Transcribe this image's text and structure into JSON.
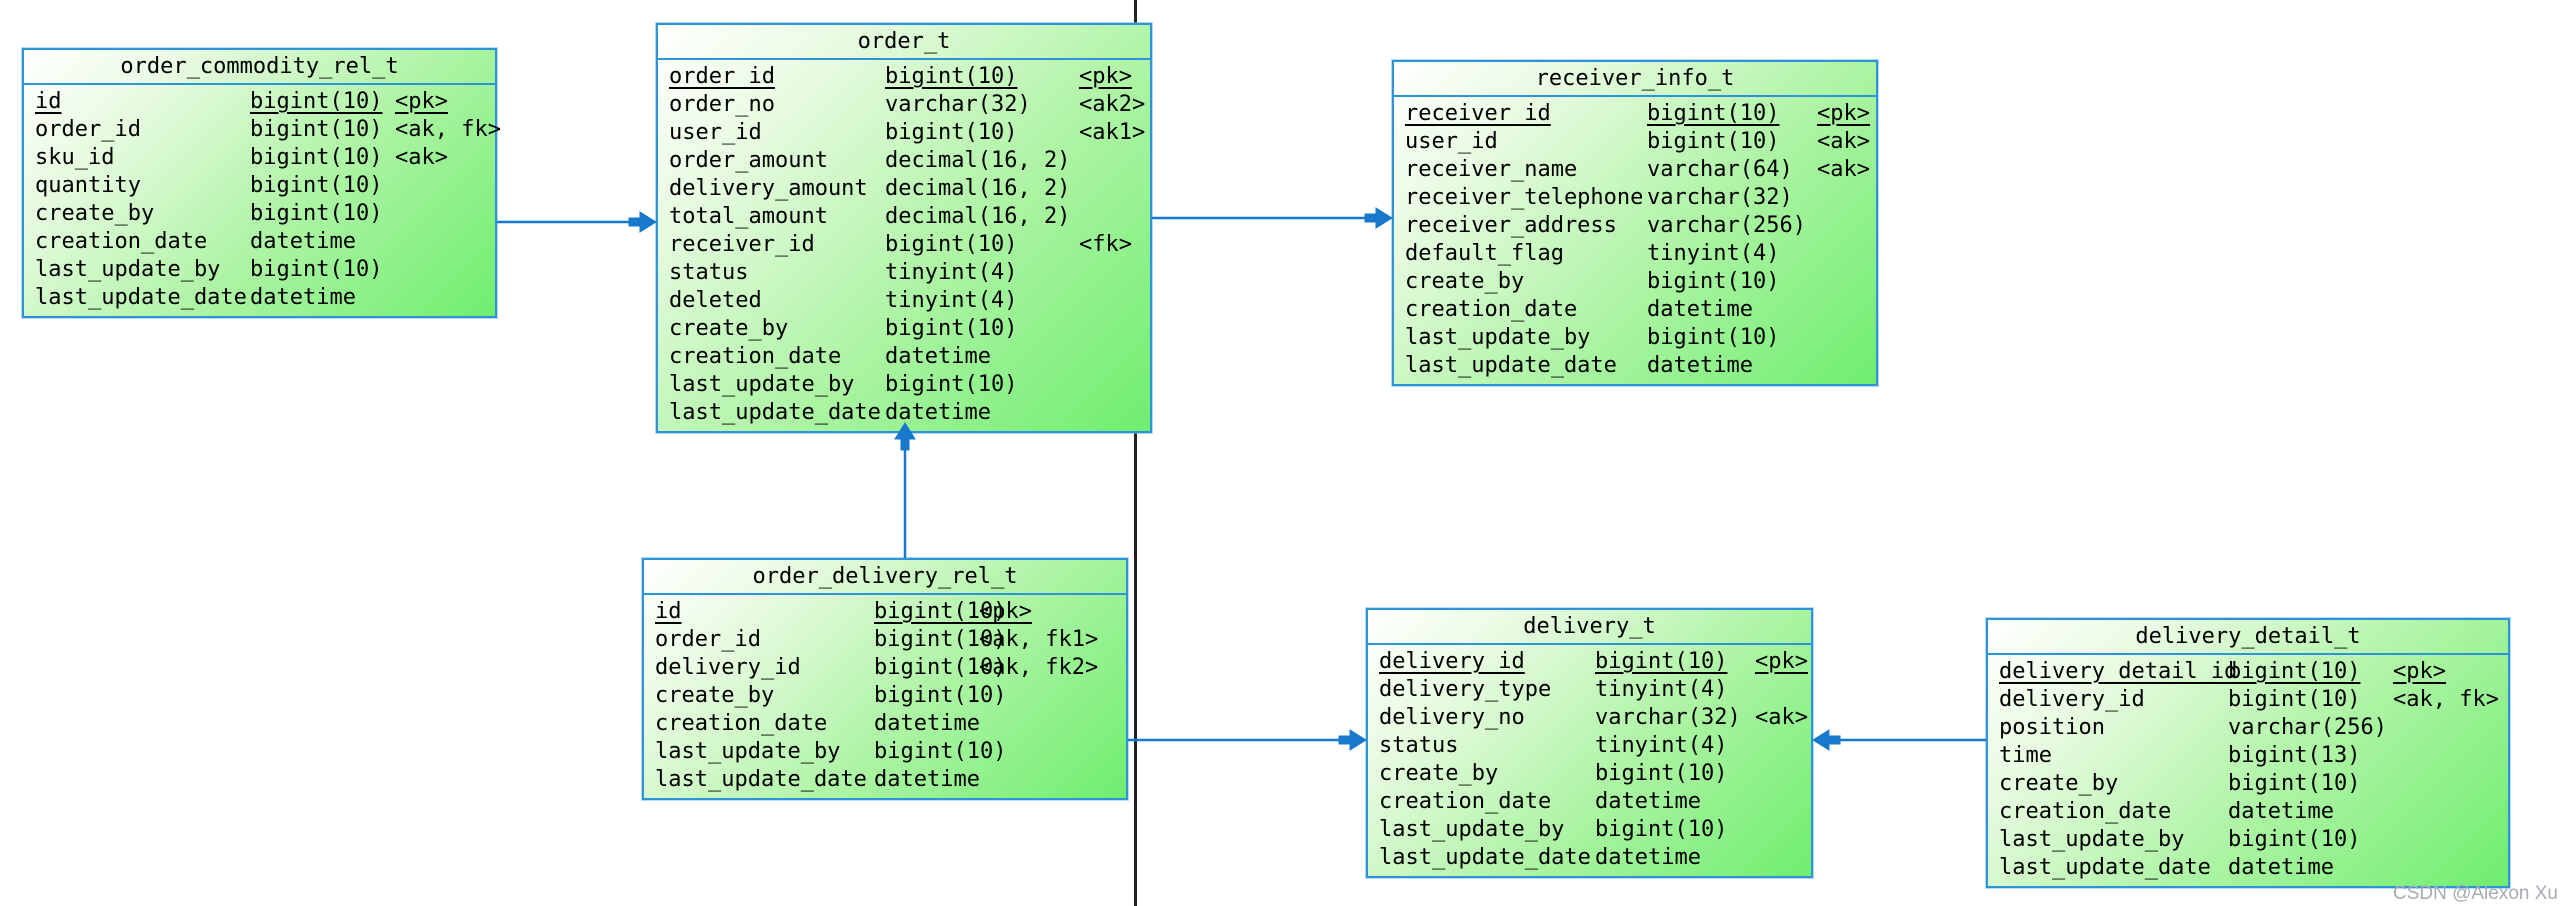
{
  "diagram": {
    "watermark": "CSDN @Alexon Xu",
    "colors": {
      "table_border": "#2e93d8",
      "table_gradient_start": "#ffffff",
      "table_gradient_end": "#6fee6f",
      "relation_line": "#1879cc",
      "page_boundary_line": "#222222",
      "text": "#000000",
      "watermark": "#a8abb0"
    },
    "relations": [
      {
        "from": "order_commodity_rel_t",
        "to": "order_t"
      },
      {
        "from": "order_t",
        "to": "receiver_info_t"
      },
      {
        "from": "order_delivery_rel_t",
        "to": "order_t"
      },
      {
        "from": "order_delivery_rel_t",
        "to": "delivery_t"
      },
      {
        "from": "delivery_detail_t",
        "to": "delivery_t"
      }
    ],
    "tables": [
      {
        "title": "order_commodity_rel_t",
        "columns": [
          {
            "name": "id",
            "type": "bigint(10)",
            "keys": "<pk>",
            "pk": true
          },
          {
            "name": "order_id",
            "type": "bigint(10)",
            "keys": "<ak, fk>"
          },
          {
            "name": "sku_id",
            "type": "bigint(10)",
            "keys": "<ak>"
          },
          {
            "name": "quantity",
            "type": "bigint(10)",
            "keys": ""
          },
          {
            "name": "create_by",
            "type": "bigint(10)",
            "keys": ""
          },
          {
            "name": "creation_date",
            "type": "datetime",
            "keys": ""
          },
          {
            "name": "last_update_by",
            "type": "bigint(10)",
            "keys": ""
          },
          {
            "name": "last_update_date",
            "type": "datetime",
            "keys": ""
          }
        ]
      },
      {
        "title": "order_t",
        "columns": [
          {
            "name": "order_id",
            "type": "bigint(10)",
            "keys": "<pk>",
            "pk": true
          },
          {
            "name": "order_no",
            "type": "varchar(32)",
            "keys": "<ak2>"
          },
          {
            "name": "user_id",
            "type": "bigint(10)",
            "keys": "<ak1>"
          },
          {
            "name": "order_amount",
            "type": "decimal(16, 2)",
            "keys": ""
          },
          {
            "name": "delivery_amount",
            "type": "decimal(16, 2)",
            "keys": ""
          },
          {
            "name": "total_amount",
            "type": "decimal(16, 2)",
            "keys": ""
          },
          {
            "name": "receiver_id",
            "type": "bigint(10)",
            "keys": "<fk>"
          },
          {
            "name": "status",
            "type": "tinyint(4)",
            "keys": ""
          },
          {
            "name": "deleted",
            "type": "tinyint(4)",
            "keys": ""
          },
          {
            "name": "create_by",
            "type": "bigint(10)",
            "keys": ""
          },
          {
            "name": "creation_date",
            "type": "datetime",
            "keys": ""
          },
          {
            "name": "last_update_by",
            "type": "bigint(10)",
            "keys": ""
          },
          {
            "name": "last_update_date",
            "type": "datetime",
            "keys": ""
          }
        ]
      },
      {
        "title": "receiver_info_t",
        "columns": [
          {
            "name": "receiver_id",
            "type": "bigint(10)",
            "keys": "<pk>",
            "pk": true
          },
          {
            "name": "user_id",
            "type": "bigint(10)",
            "keys": "<ak>"
          },
          {
            "name": "receiver_name",
            "type": "varchar(64)",
            "keys": "<ak>"
          },
          {
            "name": "receiver_telephone",
            "type": "varchar(32)",
            "keys": ""
          },
          {
            "name": "receiver_address",
            "type": "varchar(256)",
            "keys": ""
          },
          {
            "name": "default_flag",
            "type": "tinyint(4)",
            "keys": ""
          },
          {
            "name": "create_by",
            "type": "bigint(10)",
            "keys": ""
          },
          {
            "name": "creation_date",
            "type": "datetime",
            "keys": ""
          },
          {
            "name": "last_update_by",
            "type": "bigint(10)",
            "keys": ""
          },
          {
            "name": "last_update_date",
            "type": "datetime",
            "keys": ""
          }
        ]
      },
      {
        "title": "order_delivery_rel_t",
        "columns": [
          {
            "name": "id",
            "type": "bigint(10)",
            "keys": "<pk>",
            "pk": true
          },
          {
            "name": "order_id",
            "type": "bigint(10)",
            "keys": "<ak, fk1>"
          },
          {
            "name": "delivery_id",
            "type": "bigint(10)",
            "keys": "<ak, fk2>"
          },
          {
            "name": "create_by",
            "type": "bigint(10)",
            "keys": ""
          },
          {
            "name": "creation_date",
            "type": "datetime",
            "keys": ""
          },
          {
            "name": "last_update_by",
            "type": "bigint(10)",
            "keys": ""
          },
          {
            "name": "last_update_date",
            "type": "datetime",
            "keys": ""
          }
        ]
      },
      {
        "title": "delivery_t",
        "columns": [
          {
            "name": "delivery_id",
            "type": "bigint(10)",
            "keys": "<pk>",
            "pk": true
          },
          {
            "name": "delivery_type",
            "type": "tinyint(4)",
            "keys": ""
          },
          {
            "name": "delivery_no",
            "type": "varchar(32)",
            "keys": "<ak>"
          },
          {
            "name": "status",
            "type": "tinyint(4)",
            "keys": ""
          },
          {
            "name": "create_by",
            "type": "bigint(10)",
            "keys": ""
          },
          {
            "name": "creation_date",
            "type": "datetime",
            "keys": ""
          },
          {
            "name": "last_update_by",
            "type": "bigint(10)",
            "keys": ""
          },
          {
            "name": "last_update_date",
            "type": "datetime",
            "keys": ""
          }
        ]
      },
      {
        "title": "delivery_detail_t",
        "columns": [
          {
            "name": "delivery_detail_id",
            "type": "bigint(10)",
            "keys": "<pk>",
            "pk": true
          },
          {
            "name": "delivery_id",
            "type": "bigint(10)",
            "keys": "<ak, fk>"
          },
          {
            "name": "position",
            "type": "varchar(256)",
            "keys": ""
          },
          {
            "name": "time",
            "type": "bigint(13)",
            "keys": ""
          },
          {
            "name": "create_by",
            "type": "bigint(10)",
            "keys": ""
          },
          {
            "name": "creation_date",
            "type": "datetime",
            "keys": ""
          },
          {
            "name": "last_update_by",
            "type": "bigint(10)",
            "keys": ""
          },
          {
            "name": "last_update_date",
            "type": "datetime",
            "keys": ""
          }
        ]
      }
    ]
  }
}
